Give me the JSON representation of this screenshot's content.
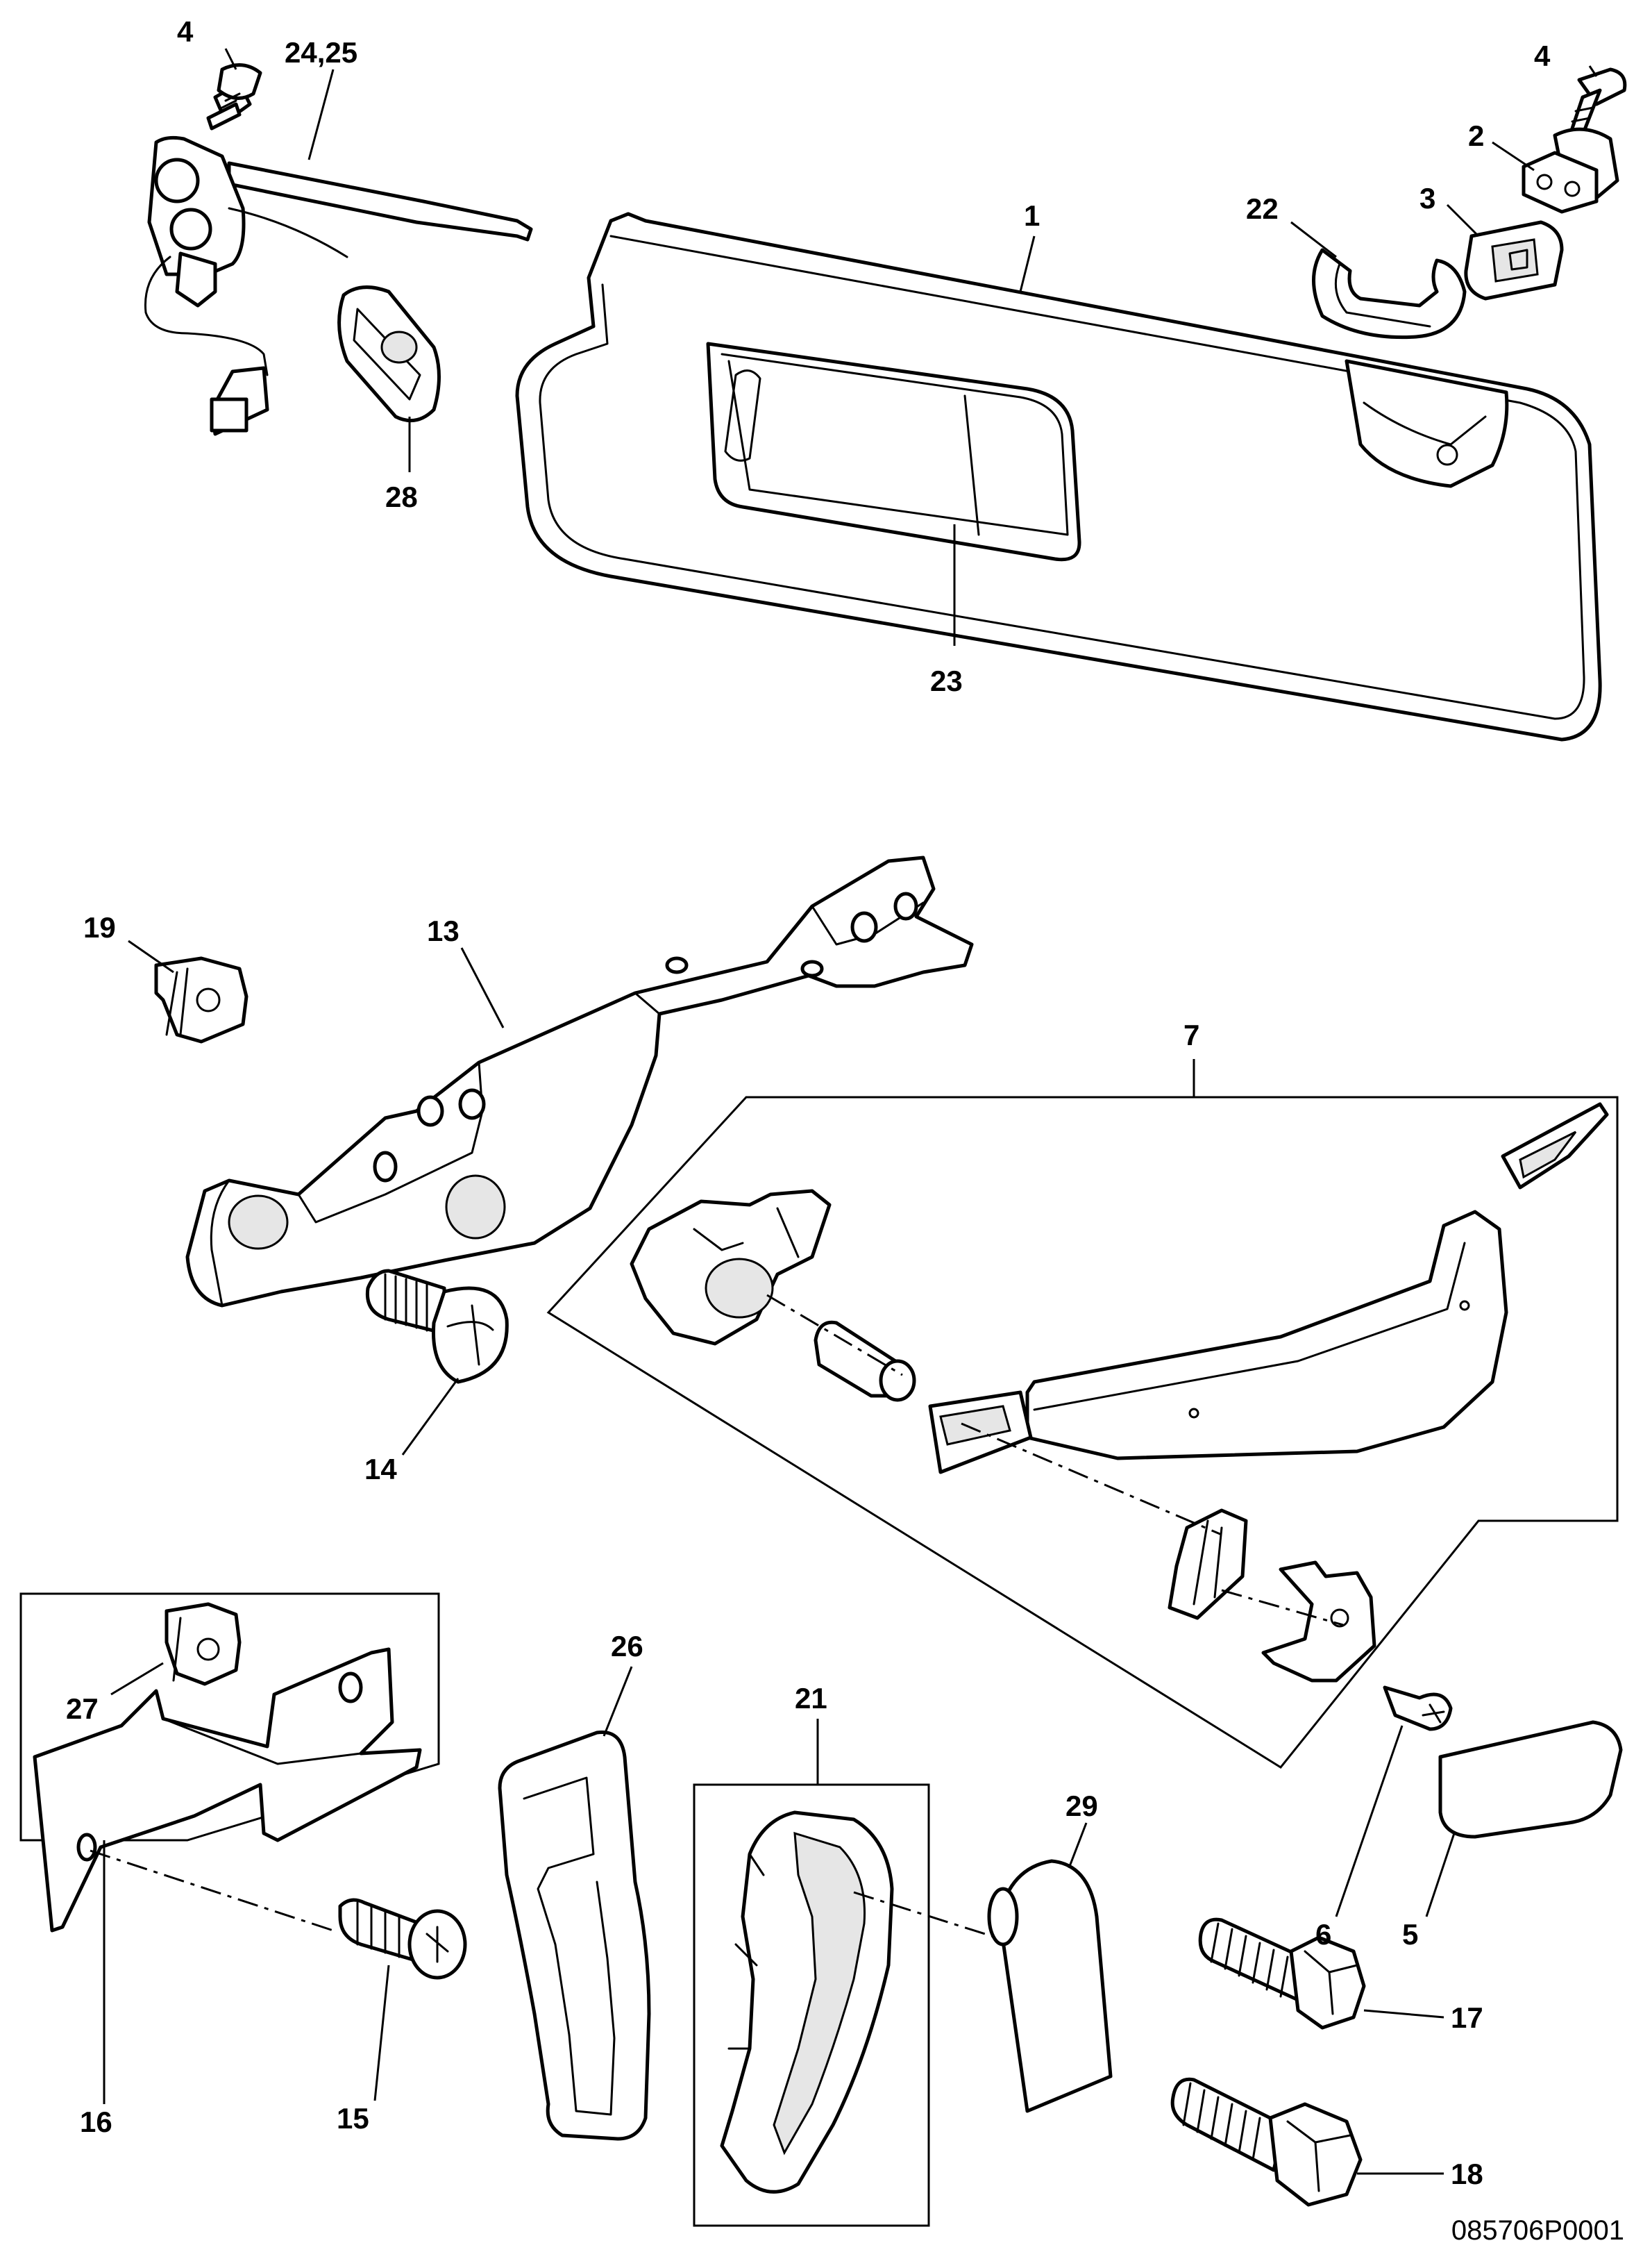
{
  "diagram": {
    "reference_code": "085706P0001",
    "callouts": [
      {
        "id": "c1",
        "label": "1"
      },
      {
        "id": "c2",
        "label": "2"
      },
      {
        "id": "c3",
        "label": "3"
      },
      {
        "id": "c4a",
        "label": "4"
      },
      {
        "id": "c4b",
        "label": "4"
      },
      {
        "id": "c5",
        "label": "5"
      },
      {
        "id": "c6",
        "label": "6"
      },
      {
        "id": "c7",
        "label": "7"
      },
      {
        "id": "c13",
        "label": "13"
      },
      {
        "id": "c14",
        "label": "14"
      },
      {
        "id": "c15",
        "label": "15"
      },
      {
        "id": "c16",
        "label": "16"
      },
      {
        "id": "c17",
        "label": "17"
      },
      {
        "id": "c18",
        "label": "18"
      },
      {
        "id": "c19",
        "label": "19"
      },
      {
        "id": "c21",
        "label": "21"
      },
      {
        "id": "c22",
        "label": "22"
      },
      {
        "id": "c23",
        "label": "23"
      },
      {
        "id": "c2425",
        "label": "24,25"
      },
      {
        "id": "c26",
        "label": "26"
      },
      {
        "id": "c27",
        "label": "27"
      },
      {
        "id": "c28",
        "label": "28"
      },
      {
        "id": "c29",
        "label": "29"
      }
    ]
  }
}
